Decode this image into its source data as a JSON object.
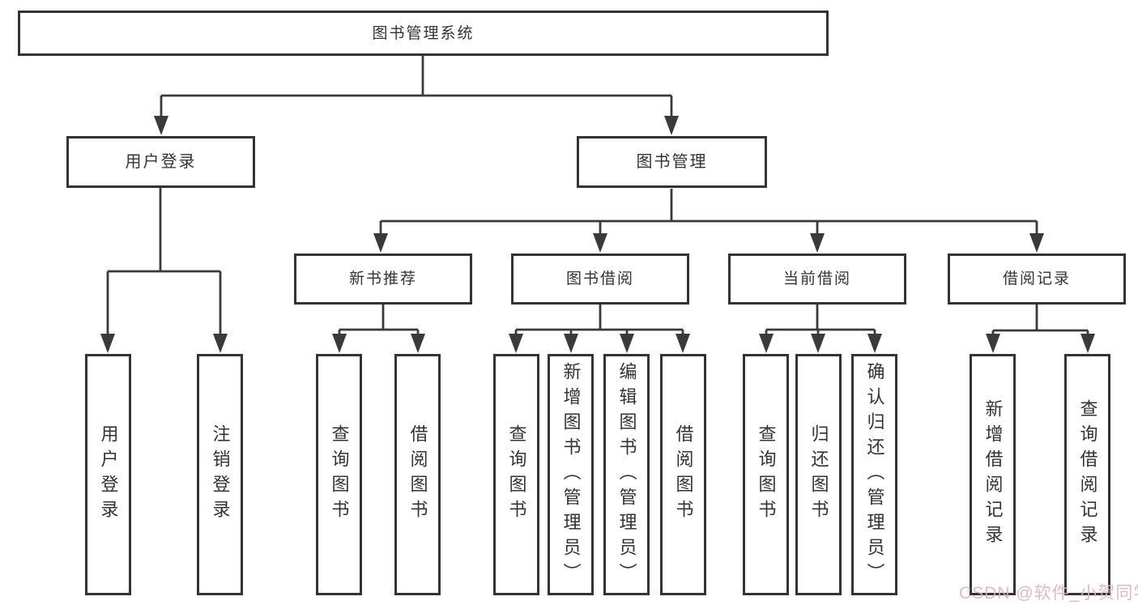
{
  "diagram": {
    "root": {
      "label": "图书管理系统"
    },
    "branches": [
      {
        "label": "用户登录",
        "children": [
          {
            "label": "用户登录"
          },
          {
            "label": "注销登录"
          }
        ]
      },
      {
        "label": "图书管理",
        "children": [
          {
            "label": "新书推荐",
            "children": [
              {
                "label": "查询图书"
              },
              {
                "label": "借阅图书"
              }
            ]
          },
          {
            "label": "图书借阅",
            "children": [
              {
                "label": "查询图书"
              },
              {
                "label": "新增图书（管理员）"
              },
              {
                "label": "编辑图书（管理员）"
              },
              {
                "label": "借阅图书"
              }
            ]
          },
          {
            "label": "当前借阅",
            "children": [
              {
                "label": "查询图书"
              },
              {
                "label": "归还图书"
              },
              {
                "label": "确认归还（管理员）"
              }
            ]
          },
          {
            "label": "借阅记录",
            "children": [
              {
                "label": "新增借阅记录"
              },
              {
                "label": "查询借阅记录"
              }
            ]
          }
        ]
      }
    ]
  },
  "watermark": {
    "text": "CSDN @软件_小贺同学"
  },
  "colors": {
    "background": "#ffffff",
    "line": "#3a3a3a",
    "box_border": "#343434",
    "text": "#333333",
    "watermark_pink": "#dfb3ba"
  }
}
